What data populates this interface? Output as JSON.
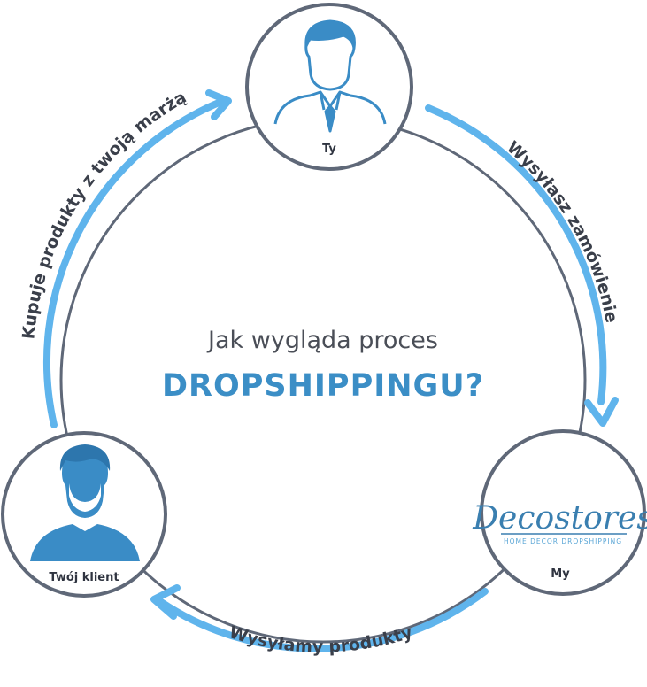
{
  "diagram": {
    "title_line1": "Jak wygląda proces",
    "title_line2": "DROPSHIPPINGU?",
    "nodes": {
      "ty": {
        "label": "Ty",
        "icon": "businessman-icon"
      },
      "my": {
        "label": "My",
        "logo_text": "Decostores",
        "logo_tagline": "HOME DECOR DROPSHIPPING"
      },
      "klient": {
        "label": "Twój klient",
        "icon": "customer-icon"
      }
    },
    "arrows": {
      "right": "Wysyłasz zamówienie",
      "bottom": "Wysyłamy produkty",
      "left": "Kupuje produkty z twoją marżą"
    },
    "colors": {
      "accent": "#3b8ec6",
      "arrow": "#5fb4ec",
      "ring": "#5f6878",
      "icon": "#3a8cc6",
      "text": "#3a3f4a"
    }
  }
}
